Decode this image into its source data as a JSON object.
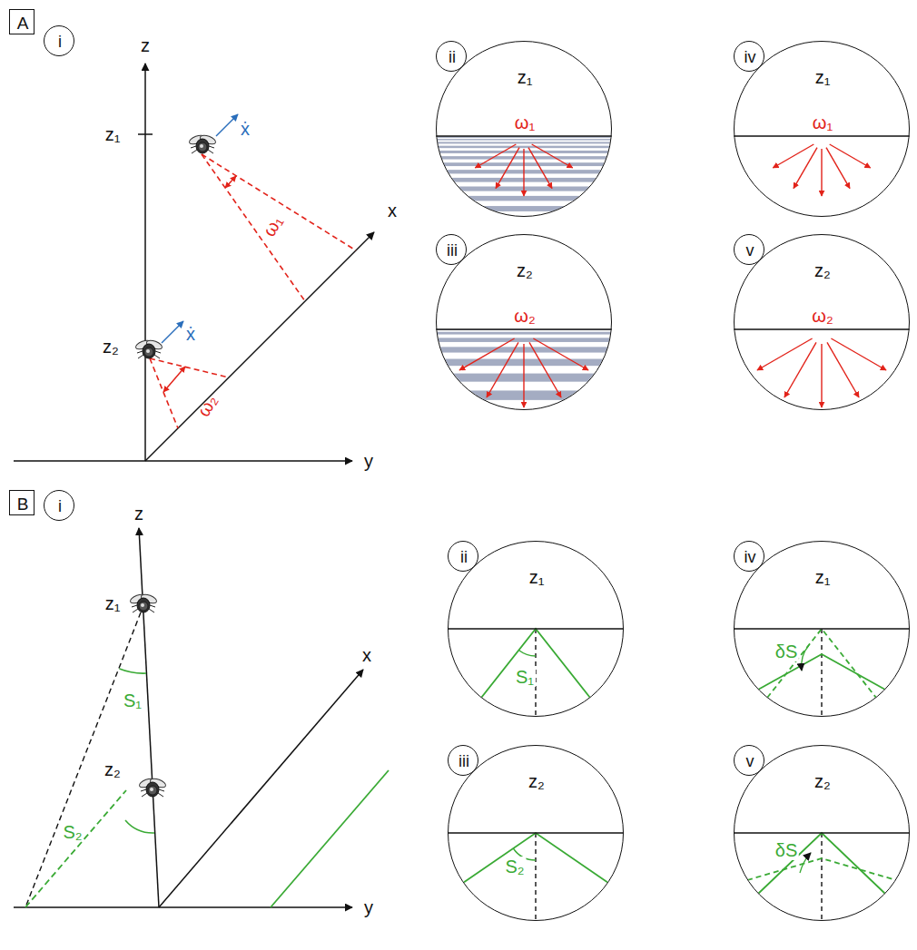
{
  "diagram": {
    "nodes": [
      {
        "text": [
          "A"
        ]
      },
      {
        "text": [
          "i"
        ]
      },
      {
        "text": [
          "ii"
        ]
      },
      {
        "text": [
          "z₁",
          "ω₁"
        ]
      },
      {
        "text": [
          "iii"
        ]
      },
      {
        "text": [
          "z₂",
          "ω₂"
        ]
      },
      {
        "text": [
          "iv"
        ]
      },
      {
        "text": [
          "z₁",
          "ω₁"
        ]
      },
      {
        "text": [
          "v"
        ]
      },
      {
        "text": [
          "z₂",
          "ω₂"
        ]
      },
      {
        "text": [
          "B"
        ]
      },
      {
        "text": [
          "i"
        ]
      },
      {
        "text": [
          "ii"
        ]
      },
      {
        "text": [
          "z₁",
          "S₁"
        ]
      },
      {
        "text": [
          "iii"
        ]
      },
      {
        "text": [
          "z₂",
          "S₂"
        ]
      },
      {
        "text": [
          "iv"
        ]
      },
      {
        "text": [
          "z₁",
          "δS"
        ]
      },
      {
        "text": [
          "v"
        ]
      },
      {
        "text": [
          "z₂",
          "δS"
        ]
      }
    ],
    "labels": [
      "z",
      "z₁",
      "x",
      "y",
      "z₂",
      "ẋ",
      "ẋ",
      "ω₁",
      "ω₂",
      "z",
      "x",
      "y",
      "z₁",
      "z₂",
      "S₁",
      "S₂"
    ]
  }
}
